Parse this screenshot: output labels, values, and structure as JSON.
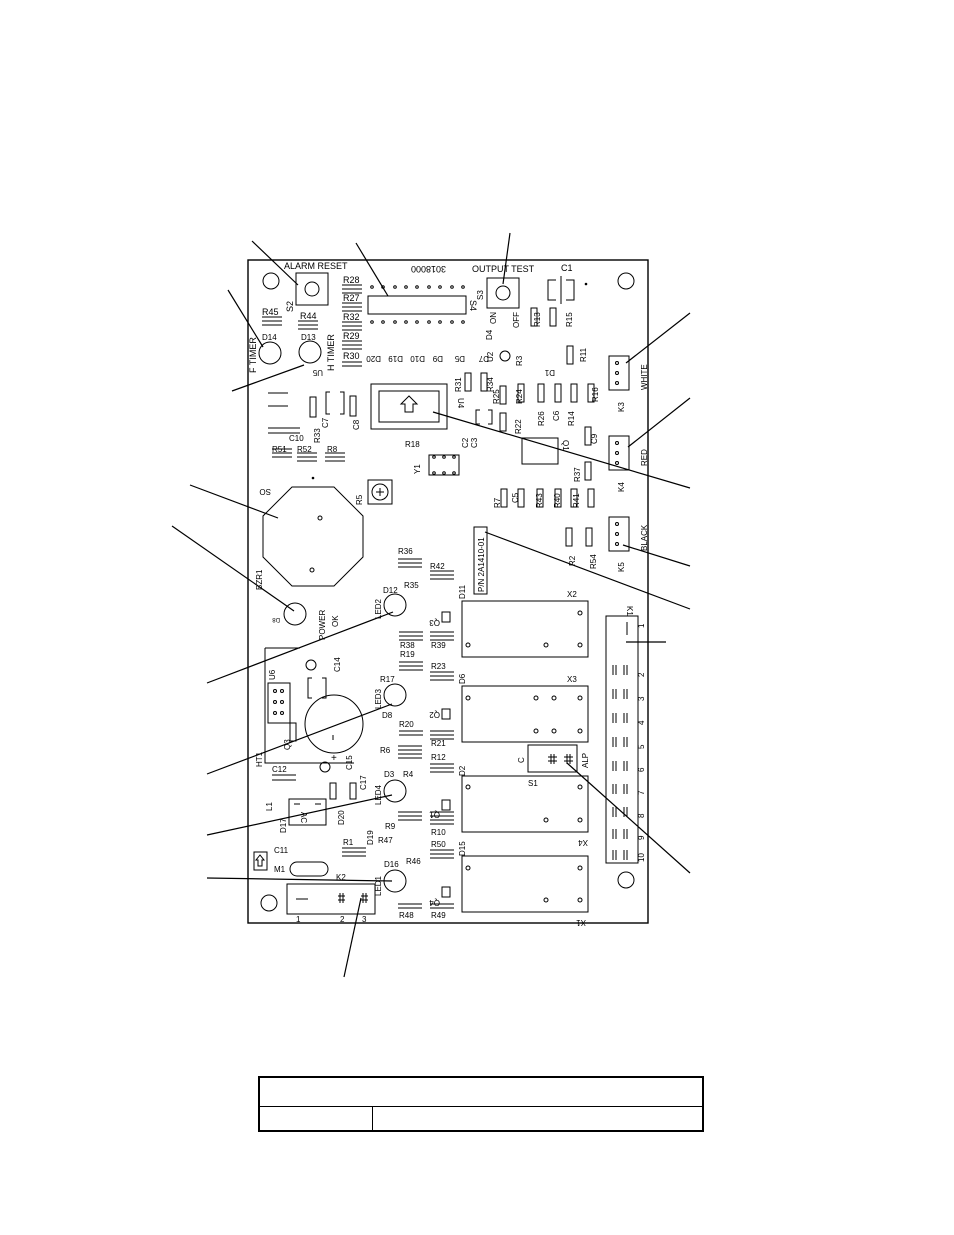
{
  "board": {
    "part_number_top": "3018000",
    "part_number_label": "P/N 2A1410-01"
  },
  "labels": {
    "alarm_reset": "ALARM RESET",
    "output_test": "OUTPUT TEST",
    "f_timer": "F TIMER",
    "h_timer": "H TIMER",
    "power": "POWER",
    "ok": "OK",
    "on": "ON",
    "off": "OFF",
    "white": "WHITE",
    "red": "RED",
    "black": "BLACK",
    "alp": "ALP",
    "ac": "AC"
  },
  "components": {
    "S2": "S2",
    "S3": "S3",
    "S4": "S4",
    "C1": "C1",
    "R28": "R28",
    "R27": "R27",
    "R32": "R32",
    "R29": "R29",
    "R30": "R30",
    "R45": "R45",
    "R44": "R44",
    "D14": "D14",
    "D13": "D13",
    "U5": "U5",
    "D20": "D20",
    "D19": "D19",
    "D10": "D10",
    "D9": "D9",
    "D5": "D5",
    "D7": "D7",
    "D4": "D4",
    "U2": "U2",
    "R13": "R13",
    "R15": "R15",
    "R3": "R3",
    "D1": "D1",
    "R11": "R11",
    "C7": "C7",
    "C8": "C8",
    "C10": "C10",
    "R33": "R33",
    "R51": "R51",
    "R52": "R52",
    "R8": "R8",
    "R31": "R31",
    "R34": "R34",
    "U4": "U4",
    "R25": "R25",
    "R24": "R24",
    "R22": "R22",
    "C2": "C2",
    "C3": "C3",
    "R26": "R26",
    "C6": "C6",
    "R14": "R14",
    "R16": "R16",
    "Q1": "Q1",
    "C9": "C9",
    "R18": "R18",
    "Y1": "Y1",
    "R37": "R37",
    "K3": "K3",
    "K4": "K4",
    "K5": "K5",
    "SO": "SO",
    "R5": "R5",
    "R7": "R7",
    "C5": "C5",
    "R43": "R43",
    "R40": "R40",
    "R41": "R41",
    "R2": "R2",
    "R54": "R54",
    "BZR1": "BZR1",
    "D8": "D8",
    "R36": "R36",
    "R35": "R35",
    "R42": "R42",
    "D12": "D12",
    "LED2": "LED2",
    "D11": "D11",
    "X2": "X2",
    "K1": "K1",
    "Q3": "Q3",
    "R38": "R38",
    "R39": "R39",
    "R19": "R19",
    "U6": "U6",
    "C14": "C14",
    "R17": "R17",
    "R23": "R23",
    "LED3": "LED3",
    "D8b": "D8",
    "Q2": "Q2",
    "D6": "D6",
    "X3": "X3",
    "R20": "R20",
    "R21": "R21",
    "HT1": "HT1",
    "C15": "C15",
    "R6": "R6",
    "R12": "R12",
    "C": "C",
    "S1": "S1",
    "C12": "C12",
    "C17": "C17",
    "D3": "D3",
    "R4": "R4",
    "LED4": "LED4",
    "D2": "D2",
    "L1": "L1",
    "D17": "D17",
    "R9": "R9",
    "R47": "R47",
    "Q1b": "Q1",
    "R10": "R10",
    "X4": "X4",
    "C11": "C11",
    "M1": "M1",
    "R1": "R1",
    "R50": "R50",
    "D15": "D15",
    "D16": "D16",
    "R46": "R46",
    "K2": "K2",
    "LED1": "LED1",
    "R48": "R48",
    "R49": "R49",
    "Q4": "Q4",
    "X1": "X1"
  },
  "pins": {
    "k1": [
      "1",
      "2",
      "3",
      "4",
      "5",
      "6",
      "7",
      "8",
      "9",
      "10"
    ],
    "k2": [
      "1",
      "2",
      "3"
    ]
  }
}
